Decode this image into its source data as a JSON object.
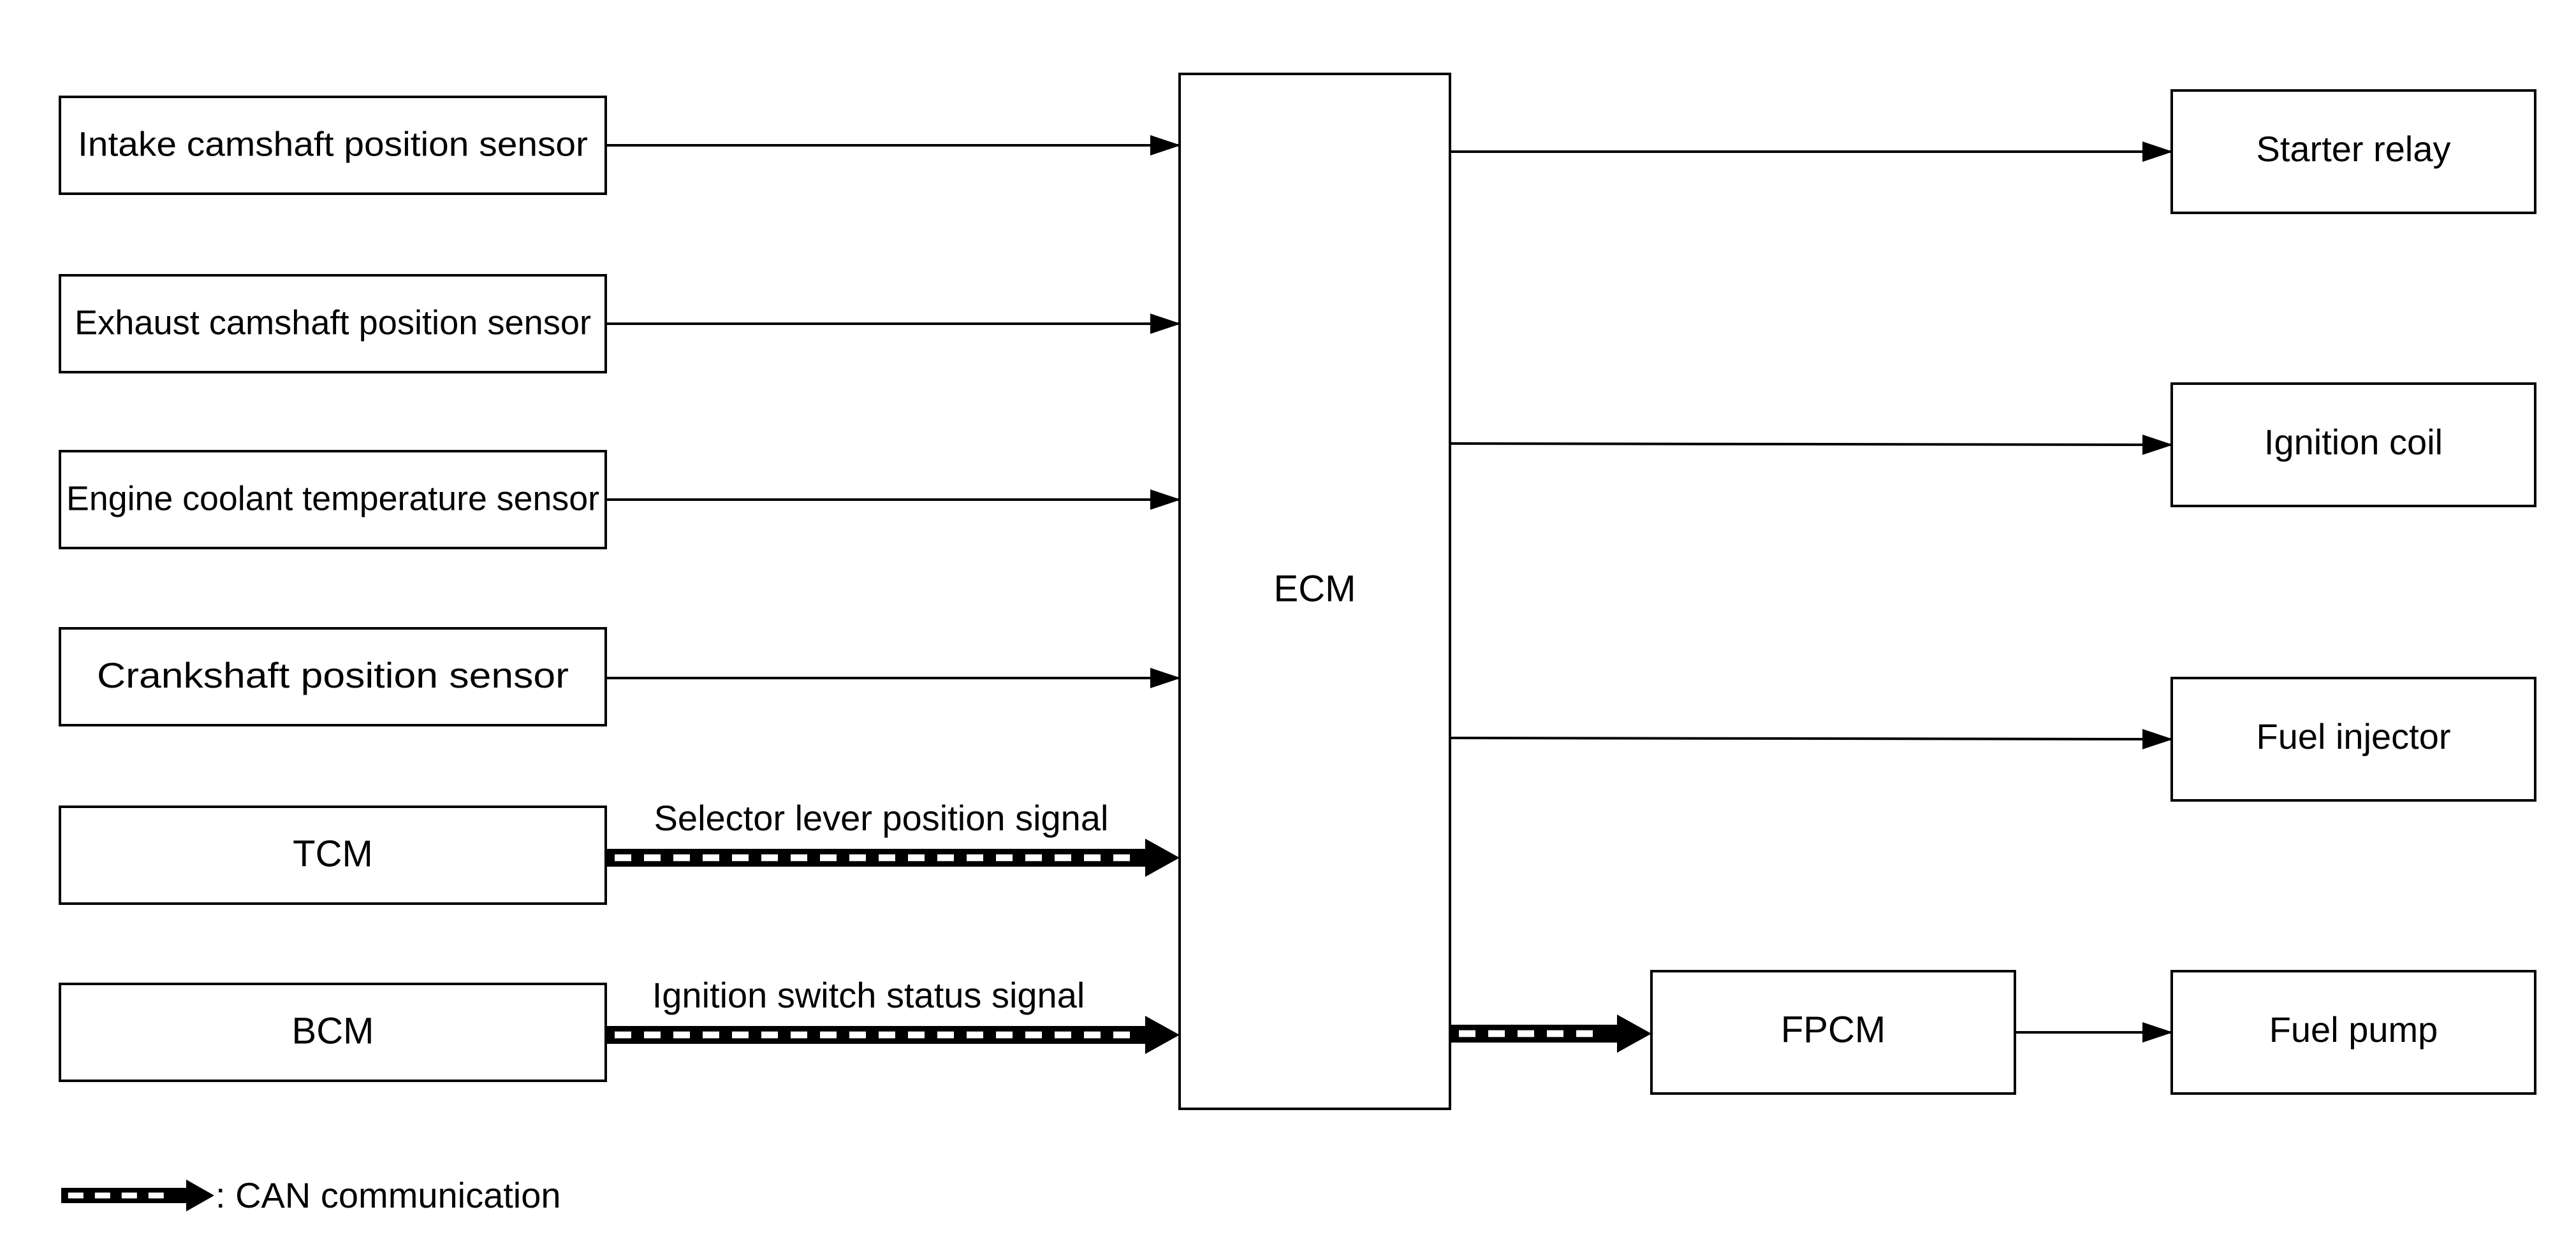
{
  "inputs": {
    "intake_cam": "Intake camshaft position sensor",
    "exhaust_cam": "Exhaust camshaft position sensor",
    "coolant_temp": "Engine coolant temperature sensor",
    "crankshaft": "Crankshaft position sensor",
    "tcm": "TCM",
    "bcm": "BCM"
  },
  "ecm": "ECM",
  "fpcm": "FPCM",
  "outputs": {
    "starter_relay": "Starter relay",
    "ignition_coil": "Ignition coil",
    "fuel_injector": "Fuel injector",
    "fuel_pump": "Fuel pump"
  },
  "signals": {
    "selector_lever": "Selector lever position signal",
    "ignition_switch": "Ignition switch status signal"
  },
  "legend": {
    "can": ": CAN communication"
  },
  "colors": {
    "line": "#000000",
    "background": "#ffffff"
  }
}
